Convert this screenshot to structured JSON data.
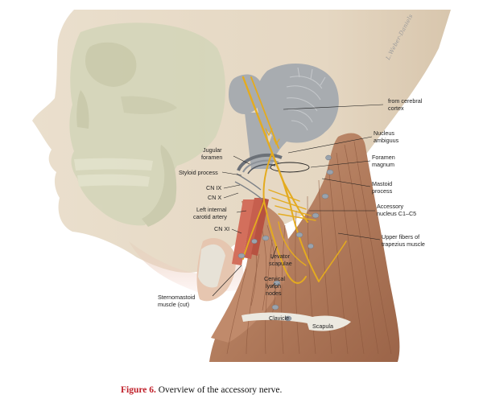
{
  "caption": {
    "figure_label": "Figure 6.",
    "text": "Overview of the accessory nerve."
  },
  "signature": "L.Weber-Daniels",
  "labels": {
    "from_cerebral_cortex_1": "from cerebral",
    "from_cerebral_cortex_2": "cortex",
    "nucleus_ambiguus_1": "Nucleus",
    "nucleus_ambiguus_2": "ambiguus",
    "jugular_foramen_1": "Jugular",
    "jugular_foramen_2": "foramen",
    "foramen_magnum_1": "Foramen",
    "foramen_magnum_2": "magnum",
    "styloid_process": "Styloid process",
    "mastoid_process_1": "Mastoid",
    "mastoid_process_2": "process",
    "cn_ix": "CN IX",
    "cn_x": "CN X",
    "accessory_nucleus_1": "Accessory",
    "accessory_nucleus_2": "nucleus C1–C5",
    "left_internal_carotid_1": "Left internal",
    "left_internal_carotid_2": "carotid artery",
    "cn_xi": "CN XI",
    "upper_fibers_trapezius_1": "Upper fibers of",
    "upper_fibers_trapezius_2": "trapezius muscle",
    "levator_scapulae_1": "Levator",
    "levator_scapulae_2": "scapulae",
    "cervical_lymph_nodes_1": "Cervical",
    "cervical_lymph_nodes_2": "lymph",
    "cervical_lymph_nodes_3": "nodes",
    "sternomastoid_1": "Sternomastoid",
    "sternomastoid_2": "muscle (cut)",
    "clavicle": "Clavicle",
    "scapula": "Scapula"
  },
  "colors": {
    "skin": "#e9dcc8",
    "skin_shadow": "#d9c9b2",
    "skull": "#cfd3b4",
    "brain": "#a7abaf",
    "muscle": "#b9866a",
    "muscle_dark": "#8e5a41",
    "nerve": "#e4ab1f",
    "node": "#9aa3ad",
    "bone": "#e7e4dc"
  }
}
